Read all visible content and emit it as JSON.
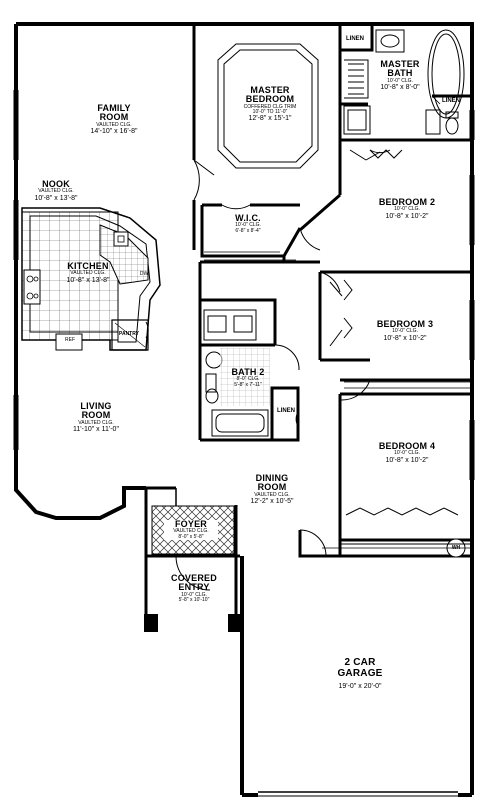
{
  "rooms": {
    "family": {
      "name_1": "FAMILY",
      "name_2": "ROOM",
      "ceiling": "VAULTED CLG.",
      "size": "14'-10\" x 16'-8\""
    },
    "master": {
      "name_1": "MASTER",
      "name_2": "BEDROOM",
      "ceiling_1": "COFFERED CLG TRIM",
      "ceiling_2": "10'-0\" TO 11'-0\"",
      "size": "12'-8\" x 15'-1\""
    },
    "linen_1": {
      "name": "LINEN"
    },
    "master_bath": {
      "name_1": "MASTER",
      "name_2": "BATH",
      "ceiling": "10'-0\" CLG.",
      "size": "10'-8\" x 8'-0\""
    },
    "linen_2": {
      "name": "LINEN"
    },
    "nook": {
      "name": "NOOK",
      "ceiling": "VAULTED CLG.",
      "size": "10'-8\" x 13'-8\""
    },
    "wic": {
      "name": "W.I.C.",
      "ceiling": "10'-0\" CLG.",
      "size": "6'-8\" x 8'-4\""
    },
    "bedroom_2": {
      "name": "BEDROOM 2",
      "ceiling": "10'-0\" CLG.",
      "size": "10'-8\" x 10'-2\""
    },
    "kitchen": {
      "name": "KITCHEN",
      "ceiling": "VAULTED CLG.",
      "size": "10'-8\" x 13'-8\""
    },
    "bedroom_3": {
      "name": "BEDROOM 3",
      "ceiling": "10'-0\" CLG.",
      "size": "10'-8\" x 10'-2\""
    },
    "bath_2": {
      "name": "BATH 2",
      "ceiling": "8'-0\" CLG.",
      "size": "5'-8\" x 7'-11\""
    },
    "living": {
      "name_1": "LIVING",
      "name_2": "ROOM",
      "ceiling": "VAULTED CLG.",
      "size": "11'-10\" x 11'-0\""
    },
    "linen_3": {
      "name": "LINEN"
    },
    "bedroom_4": {
      "name": "BEDROOM 4",
      "ceiling": "10'-0\" CLG.",
      "size": "10'-8\" x 10'-2\""
    },
    "dining": {
      "name_1": "DINING",
      "name_2": "ROOM",
      "ceiling": "VAULTED CLG.",
      "size": "12'-2\" x 10'-5\""
    },
    "foyer": {
      "name": "FOYER",
      "ceiling": "VAULTED CLG.",
      "size": "8'-0\" x 5'-8\""
    },
    "entry": {
      "name_1": "COVERED",
      "name_2": "ENTRY",
      "ceiling": "10'-0\" CLG.",
      "size": "5'-8\" x 10'-10\""
    },
    "garage": {
      "name_1": "2 CAR",
      "name_2": "GARAGE",
      "size": "19'-0\" x 20'-0\""
    }
  },
  "fixtures": {
    "dishwasher": "DW",
    "pantry": "PANTRY",
    "water_heater": "WH",
    "ref": "REF"
  }
}
